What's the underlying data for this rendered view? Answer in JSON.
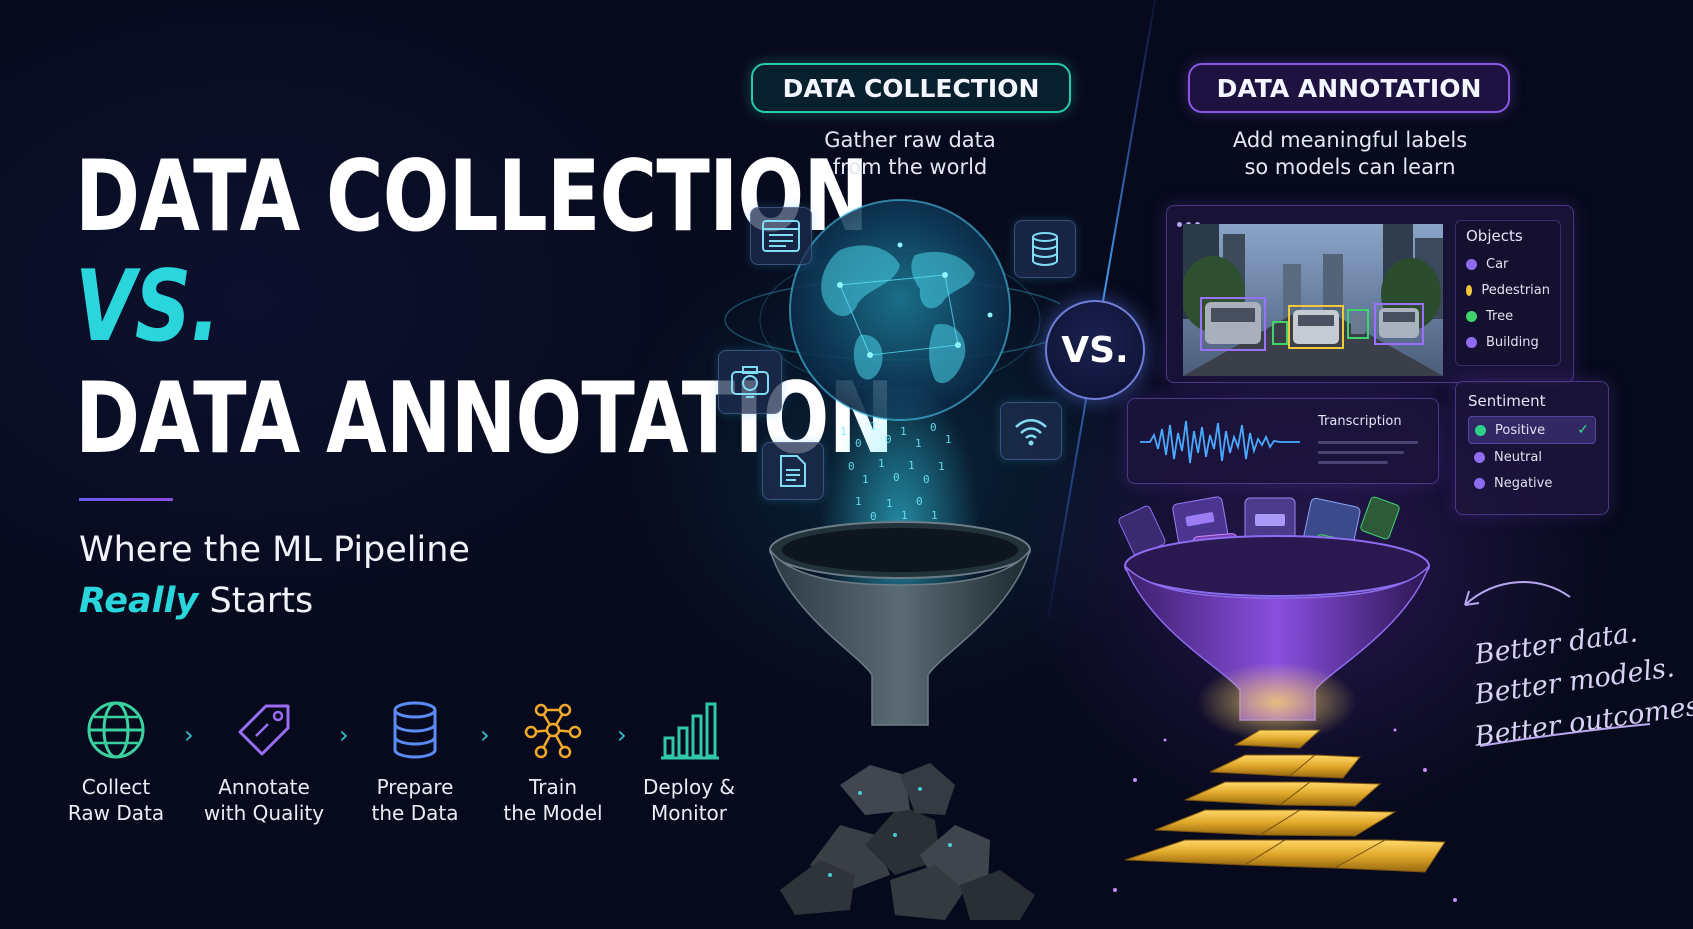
{
  "headline": {
    "line1": "DATA COLLECTION",
    "line2": "VS.",
    "line3": "DATA ANNOTATION"
  },
  "subtitle": {
    "line1": "Where the ML Pipeline",
    "emphasis": "Really",
    "line2_rest": " Starts"
  },
  "pipeline": {
    "steps": [
      {
        "line1": "Collect",
        "line2": "Raw Data",
        "icon": "globe-icon"
      },
      {
        "line1": "Annotate",
        "line2": "with Quality",
        "icon": "tag-icon"
      },
      {
        "line1": "Prepare",
        "line2": "the Data",
        "icon": "database-icon"
      },
      {
        "line1": "Train",
        "line2": "the Model",
        "icon": "network-icon"
      },
      {
        "line1": "Deploy &",
        "line2": "Monitor",
        "icon": "bar-chart-icon"
      }
    ],
    "separator": "›"
  },
  "collection": {
    "label": "DATA COLLECTION",
    "caption_line1": "Gather raw data",
    "caption_line2": "from the world",
    "accent": "#27c9b0"
  },
  "annotation": {
    "label": "DATA ANNOTATION",
    "caption_line1": "Add meaningful labels",
    "caption_line2": "so models can learn",
    "accent": "#8a58e6",
    "objects_panel": {
      "title": "Objects",
      "items": [
        {
          "label": "Car",
          "color": "#8d6cf0"
        },
        {
          "label": "Pedestrian",
          "color": "#f0c93a"
        },
        {
          "label": "Tree",
          "color": "#3fd36b"
        },
        {
          "label": "Building",
          "color": "#8d6cf0"
        }
      ]
    },
    "transcription_panel": {
      "title": "Transcription"
    },
    "sentiment_panel": {
      "title": "Sentiment",
      "items": [
        {
          "label": "Positive",
          "color": "#2fd08a",
          "selected": true
        },
        {
          "label": "Neutral",
          "color": "#8d6cf0",
          "selected": false
        },
        {
          "label": "Negative",
          "color": "#8d6cf0",
          "selected": false
        }
      ]
    }
  },
  "vs_badge": "VS.",
  "tagline": {
    "line1": "Better data.",
    "line2": "Better models.",
    "line3": "Better outcomes."
  }
}
